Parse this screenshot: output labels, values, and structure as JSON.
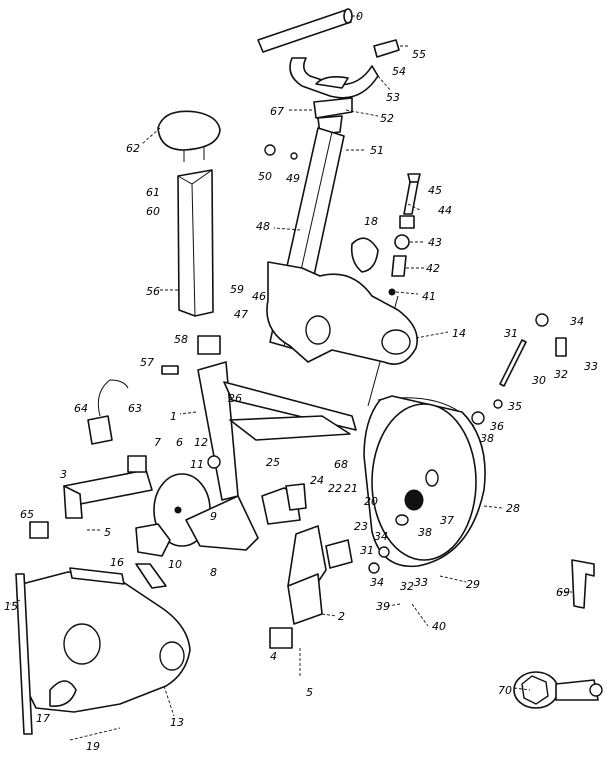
{
  "diagram": {
    "parts": [
      {
        "id": "p0",
        "text": "0"
      },
      {
        "id": "p55",
        "text": "55"
      },
      {
        "id": "p54",
        "text": "54"
      },
      {
        "id": "p53",
        "text": "53"
      },
      {
        "id": "p52",
        "text": "52"
      },
      {
        "id": "p67",
        "text": "67"
      },
      {
        "id": "p62",
        "text": "62"
      },
      {
        "id": "p51",
        "text": "51"
      },
      {
        "id": "p50",
        "text": "50"
      },
      {
        "id": "p49",
        "text": "49"
      },
      {
        "id": "p45",
        "text": "45"
      },
      {
        "id": "p44",
        "text": "44"
      },
      {
        "id": "p61",
        "text": "61"
      },
      {
        "id": "p60",
        "text": "60"
      },
      {
        "id": "p48",
        "text": "48"
      },
      {
        "id": "p18",
        "text": "18"
      },
      {
        "id": "p43",
        "text": "43"
      },
      {
        "id": "p42",
        "text": "42"
      },
      {
        "id": "p56",
        "text": "56"
      },
      {
        "id": "p59",
        "text": "59"
      },
      {
        "id": "p46",
        "text": "46"
      },
      {
        "id": "p41",
        "text": "41"
      },
      {
        "id": "p47",
        "text": "47"
      },
      {
        "id": "p14",
        "text": "14"
      },
      {
        "id": "p31",
        "text": "31"
      },
      {
        "id": "p34a",
        "text": "34"
      },
      {
        "id": "p58",
        "text": "58"
      },
      {
        "id": "p33",
        "text": "33"
      },
      {
        "id": "p32a",
        "text": "32"
      },
      {
        "id": "p57",
        "text": "57"
      },
      {
        "id": "p30",
        "text": "30"
      },
      {
        "id": "p64",
        "text": "64"
      },
      {
        "id": "p63",
        "text": "63"
      },
      {
        "id": "p35",
        "text": "35"
      },
      {
        "id": "p1",
        "text": "1"
      },
      {
        "id": "p26",
        "text": "26"
      },
      {
        "id": "p36",
        "text": "36"
      },
      {
        "id": "p38a",
        "text": "38"
      },
      {
        "id": "p7",
        "text": "7"
      },
      {
        "id": "p6",
        "text": "6"
      },
      {
        "id": "p12",
        "text": "12"
      },
      {
        "id": "p3",
        "text": "3"
      },
      {
        "id": "p11",
        "text": "11"
      },
      {
        "id": "p25",
        "text": "25"
      },
      {
        "id": "p68",
        "text": "68"
      },
      {
        "id": "p24",
        "text": "24"
      },
      {
        "id": "p22",
        "text": "22"
      },
      {
        "id": "p21",
        "text": "21"
      },
      {
        "id": "p20",
        "text": "20"
      },
      {
        "id": "p28",
        "text": "28"
      },
      {
        "id": "p65",
        "text": "65"
      },
      {
        "id": "p5a",
        "text": "5"
      },
      {
        "id": "p9",
        "text": "9"
      },
      {
        "id": "p23",
        "text": "23"
      },
      {
        "id": "p37",
        "text": "37"
      },
      {
        "id": "p38b",
        "text": "38"
      },
      {
        "id": "p10",
        "text": "10"
      },
      {
        "id": "p8",
        "text": "8"
      },
      {
        "id": "p16",
        "text": "16"
      },
      {
        "id": "p31b",
        "text": "31"
      },
      {
        "id": "p34b",
        "text": "34"
      },
      {
        "id": "p34c",
        "text": "34"
      },
      {
        "id": "p32b",
        "text": "32"
      },
      {
        "id": "p33b",
        "text": "33"
      },
      {
        "id": "p29",
        "text": "29"
      },
      {
        "id": "p15",
        "text": "15"
      },
      {
        "id": "p2",
        "text": "2"
      },
      {
        "id": "p69",
        "text": "69"
      },
      {
        "id": "p39",
        "text": "39"
      },
      {
        "id": "p40",
        "text": "40"
      },
      {
        "id": "p4",
        "text": "4"
      },
      {
        "id": "p5b",
        "text": "5"
      },
      {
        "id": "p70",
        "text": "70"
      },
      {
        "id": "p17",
        "text": "17"
      },
      {
        "id": "p13",
        "text": "13"
      },
      {
        "id": "p19",
        "text": "19"
      }
    ]
  }
}
